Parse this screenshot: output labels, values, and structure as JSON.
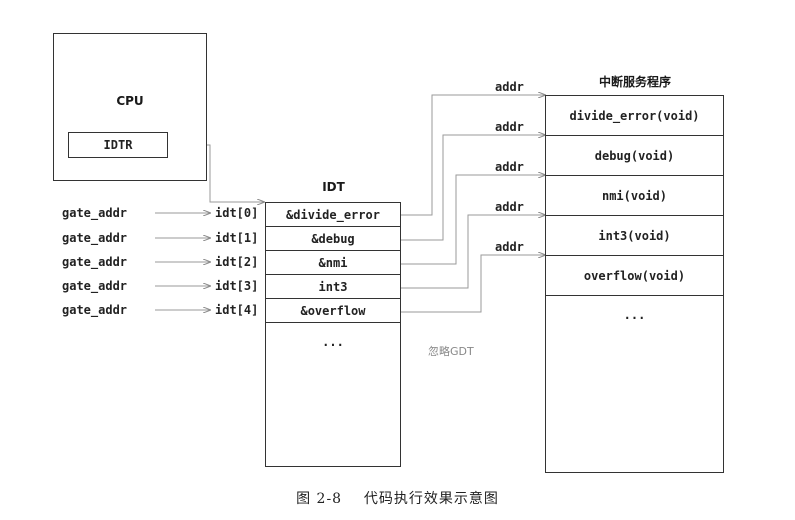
{
  "cpu": {
    "label": "CPU",
    "register": "IDTR"
  },
  "idt": {
    "title": "IDT",
    "entries": [
      "&divide_error",
      "&debug",
      "&nmi",
      "int3",
      "&overflow"
    ],
    "ellipsis": "..."
  },
  "idt_indices": [
    "idt[0]",
    "idt[1]",
    "idt[2]",
    "idt[3]",
    "idt[4]"
  ],
  "gate_labels": [
    "gate_addr",
    "gate_addr",
    "gate_addr",
    "gate_addr",
    "gate_addr"
  ],
  "addr_labels": [
    "addr",
    "addr",
    "addr",
    "addr",
    "addr"
  ],
  "isr": {
    "title": "中断服务程序",
    "entries": [
      "divide_error(void)",
      "debug(void)",
      "nmi(void)",
      "int3(void)",
      "overflow(void)"
    ],
    "ellipsis": "..."
  },
  "note": "忽略GDT",
  "caption": "图 2-8    代码执行效果示意图",
  "colors": {
    "stroke": "#333333",
    "connector": "#9a9a9a",
    "note": "#888888"
  }
}
